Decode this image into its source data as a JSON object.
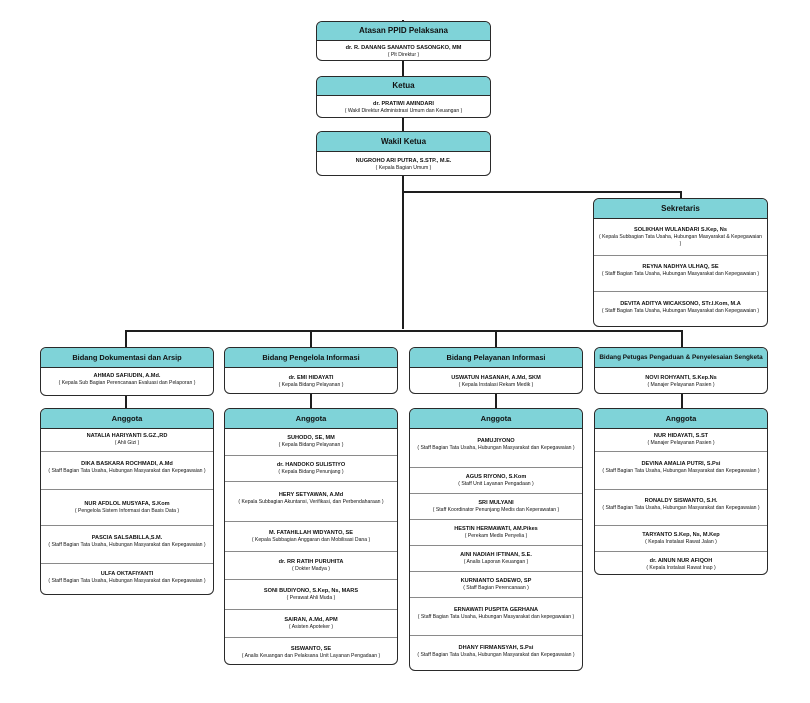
{
  "top": [
    {
      "title": "Atasan PPID Pelaksana",
      "entries": [
        {
          "name": "dr. R. DANANG SANANTO SASONGKO, MM",
          "role": "( Plt Direktur )"
        }
      ]
    },
    {
      "title": "Ketua",
      "entries": [
        {
          "name": "dr. PRATIWI AMINDARI",
          "role": "( Wakil Direktur Administrasi Umum dan Keuangan )"
        }
      ]
    },
    {
      "title": "Wakil Ketua",
      "entries": [
        {
          "name": "NUGROHO ARI PUTRA, S.STP., M.E.",
          "role": "( Kepala Bagian Umum )"
        }
      ]
    }
  ],
  "sekretaris": {
    "title": "Sekretaris",
    "entries": [
      {
        "name": "SOLIKHAH WULANDARI S.Kep, Ns",
        "role": "( Kepala Subbagian Tata Usaha, Hubungan Masyarakat & Kepegawaian )"
      },
      {
        "name": "REYNA NADHYA ULHAQ, SE",
        "role": "( Staff Bagian Tata Usaha, Hubungan Masyarakat dan Kepegawaian )"
      },
      {
        "name": "DEVITA ADITYA WICAKSONO, STr.I.Kom, M.A",
        "role": "( Staff Bagian Tata Usaha, Hubungan Masyarakat dan Kepegawaian )"
      }
    ]
  },
  "bidang": [
    {
      "title": "Bidang Dokumentasi dan Arsip",
      "entries": [
        {
          "name": "AHMAD SAFIUDIN, A.Md.",
          "role": "( Kepala Sub Bagian Perencanaan Evaluasi dan Pelaporan )"
        }
      ]
    },
    {
      "title": "Bidang Pengelola Informasi",
      "entries": [
        {
          "name": "dr. EMI HIDAYATI",
          "role": "( Kepala Bidang Pelayanan )"
        }
      ]
    },
    {
      "title": "Bidang Pelayanan Informasi",
      "entries": [
        {
          "name": "USWATUN HASANAH, A.Md, SKM",
          "role": "( Kepala Instalasi Rekam Medik )"
        }
      ]
    },
    {
      "title": "Bidang Petugas Pengaduan & Penyelesaian Sengketa",
      "entries": [
        {
          "name": "NOVI ROHYANTI, S.Kep.Ns",
          "role": "( Manajer Pelayanan Pasien )"
        }
      ]
    }
  ],
  "anggota": [
    {
      "title": "Anggota",
      "entries": [
        {
          "name": "NATALIA HARIYANTI S.GZ.,RD",
          "role": "( Ahli Gizi )"
        },
        {
          "name": "DIKA BASKARA ROCHMADI, A.Md",
          "role": "( Staff Bagian Tata Usaha, Hubungan Masyarakat dan Kepegawaian )"
        },
        {
          "name": "NUR AFDLOL MUSYAFA, S.Kom",
          "role": "( Pengelola Sistem Informasi dan Basis Data )"
        },
        {
          "name": "PASCIA SALSABILLA,S.M.",
          "role": "( Staff Bagian Tata Usaha, Hubungan Masyarakat dan Kepegawaian )"
        },
        {
          "name": "ULFA OKTAFIYANTI",
          "role": "( Staff Bagian Tata Usaha, Hubungan Masyarakat dan Kepegawaian )"
        }
      ]
    },
    {
      "title": "Anggota",
      "entries": [
        {
          "name": "SUHODO, SE, MM",
          "role": "( Kepala Bidang Pelayanan )"
        },
        {
          "name": "dr. HANDOKO SULISTIYO",
          "role": "( Kepala Bidang Penunjang )"
        },
        {
          "name": "HERY SETYAWAN, A.Md",
          "role": "( Kepala Subbagian Akuntansi, Verifikasi, dan Perbendaharaan )"
        },
        {
          "name": "M. FATAHILLAH WIDYANTO, SE",
          "role": "( Kepala Subbagian Anggaran dan Mobilisasi Dana )"
        },
        {
          "name": "dr. RR RATIH PURUHITA",
          "role": "( Dokter Madya )"
        },
        {
          "name": "SONI BUDIYONO, S.Kep, Ns, MARS",
          "role": "( Perawat Ahli Muda )"
        },
        {
          "name": "SAIRAN, A.Md, APM",
          "role": "( Asisten Apoteker )"
        },
        {
          "name": "SISWANTO, SE",
          "role": "( Analis Keuangan dan Pelaksana Unit Layanan Pengadaan )"
        }
      ]
    },
    {
      "title": "Anggota",
      "entries": [
        {
          "name": "PAMUJIYONO",
          "role": "( Staff Bagian Tata Usaha, Hubungan Masyarakat dan Kepegawaian )"
        },
        {
          "name": "AGUS RIYONO, S.Kom",
          "role": "( Staff Unit Layanan Pengadaan )"
        },
        {
          "name": "SRI MULYANI",
          "role": "( Staff Koordinator Penunjang Medis dan Keperawatan )"
        },
        {
          "name": "HESTIN HERMAWATI, AM.Pikes",
          "role": "( Perekam Medis Penyelia )"
        },
        {
          "name": "AINI NADIAH IFTINAN, S.E.",
          "role": "( Analis Laporan Keuangan )"
        },
        {
          "name": "KURNIANTO SADEWO, SP",
          "role": "( Staff Bagian Perencanaan )"
        },
        {
          "name": "ERNAWATI PUSPITA GERHANA",
          "role": "( Staff Bagian Tata Usaha, Hubungan Masyarakat dan kepegawaian )"
        },
        {
          "name": "DHANY FIRMANSYAH, S.Psi",
          "role": "( Staff Bagian Tata Usaha, Hubungan Masyarakat dan Kepegawaian )"
        }
      ]
    },
    {
      "title": "Anggota",
      "entries": [
        {
          "name": "NUR HIDAYATI, S.ST",
          "role": "( Manajer Pelayanan Pasien )"
        },
        {
          "name": "DEVINA AMALIA PUTRI, S.Psi",
          "role": "( Staff Bagian Tata Usaha, Hubungan Masyarakat dan Kepegawaian )"
        },
        {
          "name": "RONALDY SISWANTO, S.H.",
          "role": "( Staff Bagian Tata Usaha, Hubungan Masyarakat dan Kepegawaian )"
        },
        {
          "name": "TARYANTO S.Kep, Ns, M.Kep",
          "role": "( Kepala Instalasi Rawat Jalan )"
        },
        {
          "name": "dr. AINUN NUR AFIQOH",
          "role": "( Kepala Instalasi Rawat Inap )"
        }
      ]
    }
  ]
}
